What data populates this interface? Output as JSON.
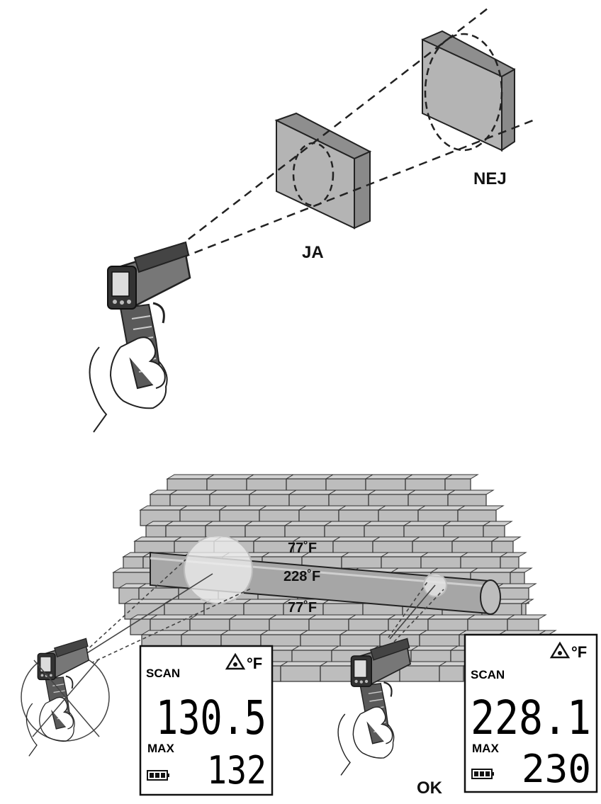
{
  "labels": {
    "target_near": "JA",
    "target_far": "NEJ",
    "ok": "OK"
  },
  "pipe_temps": {
    "upper": "77˚F",
    "middle": "228˚F",
    "lower": "77˚F"
  },
  "display_left": {
    "mode": "SCAN",
    "unit": "°F",
    "reading": "130.5",
    "max_label": "MAX",
    "max_value": "132"
  },
  "display_right": {
    "mode": "SCAN",
    "unit": "°F",
    "reading": "228.1",
    "max_label": "MAX",
    "max_value": "230"
  },
  "icons": [
    "laser-warning-icon",
    "battery-icon",
    "thermometer-gun-icon",
    "hand-icon"
  ],
  "colors": {
    "block": "#b8b8b8",
    "block_side": "#9a9a9a",
    "brick": "#bdbdbd",
    "pipe": "#a8a8a8",
    "spot": "#e6e6e6"
  }
}
